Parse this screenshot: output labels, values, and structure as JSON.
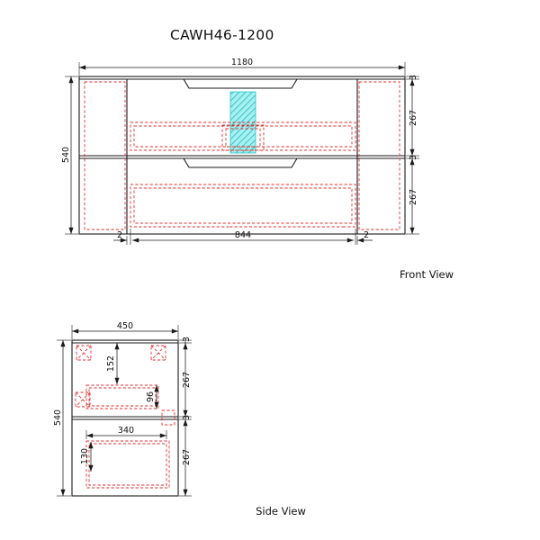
{
  "title": "CAWH46-1200",
  "colors": {
    "outline": "#1a1a1a",
    "hidden_line": "#e03131",
    "dim": "#1a1a1a",
    "highlight_fill": "#a8efef",
    "hatch_line": "#27c2c8"
  },
  "front_view": {
    "label": "Front View",
    "dims": {
      "overall_width": "1180",
      "overall_height": "540",
      "drawer_width": "844",
      "gap_left": "2",
      "gap_right": "2",
      "top_rail": "3",
      "top_drawer_height": "267",
      "mid_rail": "3",
      "bottom_drawer_height": "267"
    }
  },
  "side_view": {
    "label": "Side View",
    "dims": {
      "overall_depth": "450",
      "overall_height": "540",
      "top_rail": "3",
      "upper_section": "267",
      "mid_rail": "3",
      "lower_section": "267",
      "top_to_drawer": "152",
      "drawer_side_height": "96",
      "drawer_depth": "340",
      "bottom_drawer_front": "130"
    }
  }
}
